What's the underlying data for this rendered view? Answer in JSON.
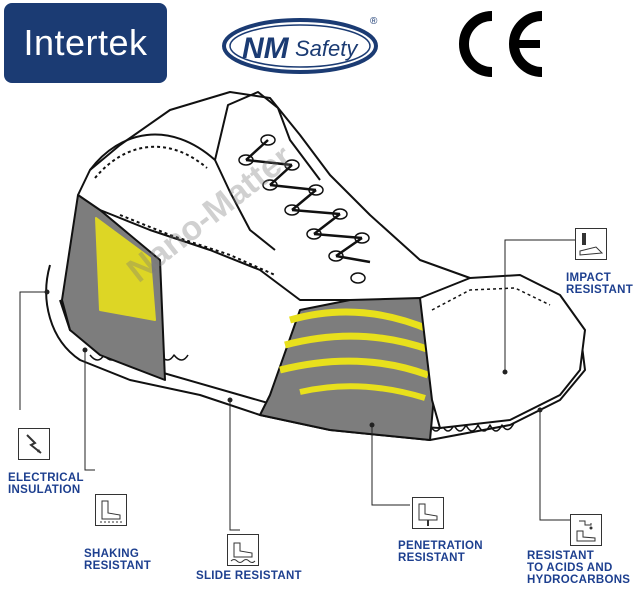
{
  "logos": {
    "intertek": "Intertek",
    "nmsafety": "NMSafety",
    "ce": "CE",
    "registered": "®"
  },
  "watermark": "Nano-Matter",
  "features": [
    {
      "label": "IMPACT\nRESISTANT",
      "icon": "impact-icon"
    },
    {
      "label": "ELECTRICAL\nINSULATION",
      "icon": "electrical-icon"
    },
    {
      "label": "SHAKING\nRESISTANT",
      "icon": "shaking-icon"
    },
    {
      "label": "SLIDE RESISTANT",
      "icon": "slide-icon"
    },
    {
      "label": "PENETRATION\nRESISTANT",
      "icon": "penetration-icon"
    },
    {
      "label": "RESISTANT\nTO ACIDS AND\nHYDROCARBONS",
      "icon": "acid-icon"
    }
  ],
  "colors": {
    "brand_blue": "#1b3b73",
    "label_blue": "#1d3f8f",
    "leather_gray": "#7d7d7d",
    "accent_yellow": "#e8e01c"
  }
}
